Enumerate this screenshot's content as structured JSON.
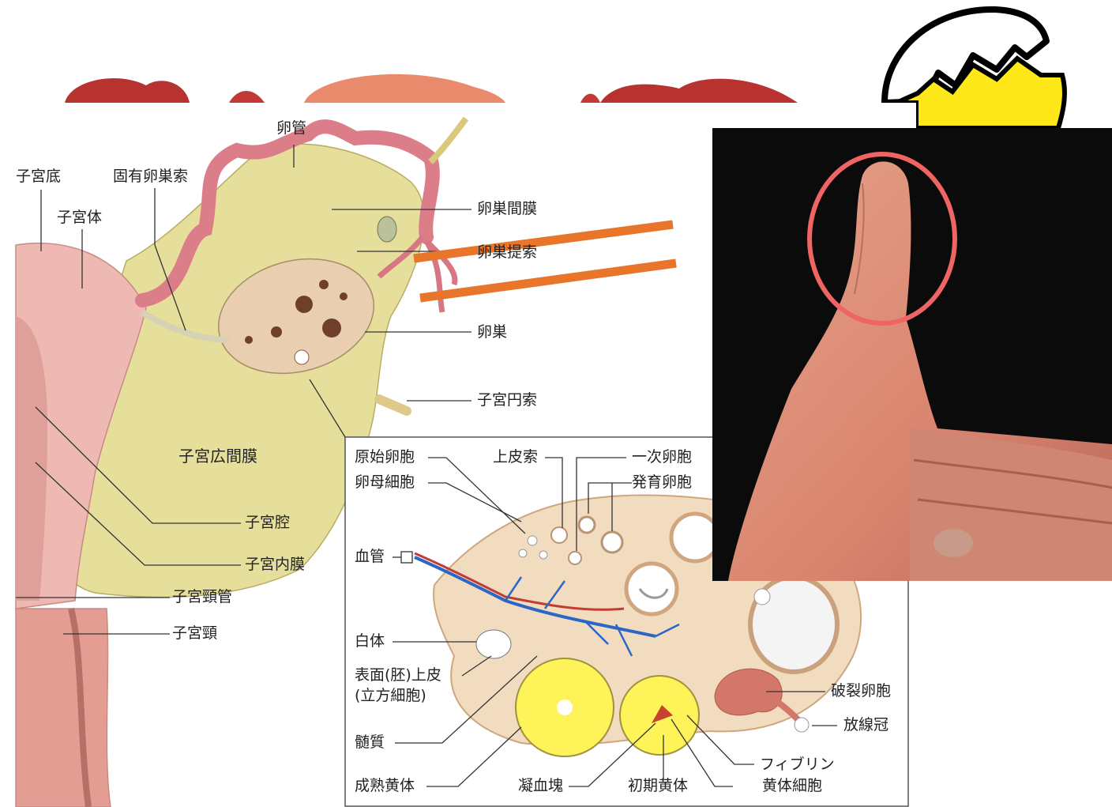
{
  "diagram": {
    "labels": {
      "fundus": "子宮底",
      "ovarian_ligament": "固有卵巣索",
      "oviduct": "卵管",
      "uterine_body": "子宮体",
      "mesovarium": "卵巣間膜",
      "suspensory_ligament": "卵巣提索",
      "ovary": "卵巣",
      "round_ligament": "子宮円索",
      "broad_ligament": "子宮広間膜",
      "uterine_cavity": "子宮腔",
      "endometrium": "子宮内膜",
      "cervical_canal": "子宮頸管",
      "cervix": "子宮頸"
    },
    "inset_labels": {
      "primordial_follicle": "原始卵胞",
      "oocyte": "卵母細胞",
      "epithelial_cord": "上皮索",
      "primary_follicle": "一次卵胞",
      "growing_follicle": "発育卵胞",
      "blood_vessel": "血管",
      "corpus_albicans": "白体",
      "surface_epithelium_1": "表面(胚)上皮",
      "surface_epithelium_2": "(立方細胞)",
      "medulla": "髄質",
      "ruptured_follicle": "破裂卵胞",
      "corona_radiata": "放線冠",
      "fibrin": "フィブリン",
      "mature_corpus_luteum": "成熟黄体",
      "blood_clot": "凝血塊",
      "early_corpus_luteum": "初期黄体",
      "lutein_cells": "黄体細胞"
    }
  },
  "colors": {
    "mesentery": "#e6df9c",
    "uterus": "#eeb9b2",
    "ovary": "#e9cfb0",
    "highlight_ring": "#f06464",
    "strike": "#e8752a",
    "egg_yolk": "#ffe81a"
  },
  "icons": {
    "egg": "hatching-egg-icon"
  }
}
